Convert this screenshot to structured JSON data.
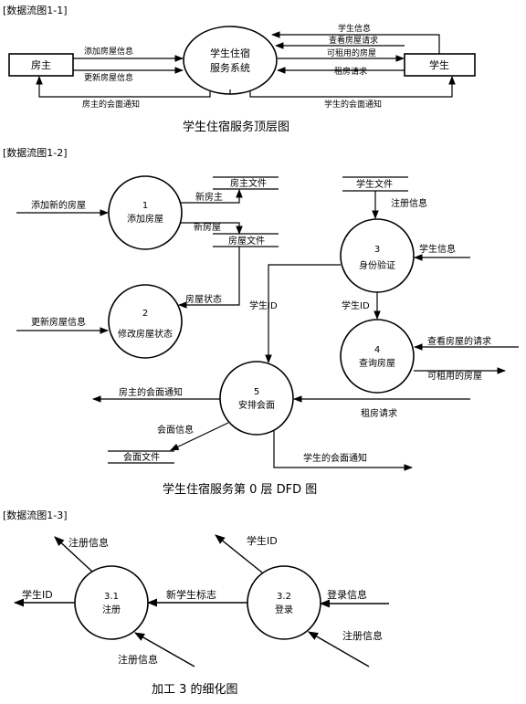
{
  "section1": {
    "header": "[数据流图1-1]",
    "caption": "学生住宿服务顶层图",
    "process_line1": "学生住宿",
    "process_line2": "服务系统",
    "entity_left": "房主",
    "entity_right": "学生",
    "flow_add_house": "添加房屋信息",
    "flow_update_house": "更新房屋信息",
    "flow_owner_notice": "房主的会面通知",
    "flow_student_info": "学生信息",
    "flow_view_request": "查看房屋请求",
    "flow_available_house": "可租用的房屋",
    "flow_rent_request": "租房请求",
    "flow_student_notice": "学生的会面通知"
  },
  "section2": {
    "header": "[数据流图1-2]",
    "caption": "学生住宿服务第 0 层 DFD 图",
    "p1_num": "1",
    "p1_name": "添加房屋",
    "p2_num": "2",
    "p2_name": "修改房屋状态",
    "p3_num": "3",
    "p3_name": "身份验证",
    "p4_num": "4",
    "p4_name": "查询房屋",
    "p5_num": "5",
    "p5_name": "安排会面",
    "store_owner": "房主文件",
    "store_house": "房屋文件",
    "store_student": "学生文件",
    "store_meeting": "会面文件",
    "flow_add_new_house": "添加新的房屋",
    "flow_new_owner": "新房主",
    "flow_new_house": "新房屋",
    "flow_house_status": "房屋状态",
    "flow_update_house": "更新房屋信息",
    "flow_register_info": "注册信息",
    "flow_student_info": "学生信息",
    "flow_student_id_a": "学生ID",
    "flow_student_id_b": "学生ID",
    "flow_view_request": "查看房屋的请求",
    "flow_available": "可租用的房屋",
    "flow_rent_request": "租房请求",
    "flow_owner_notice": "房主的会面通知",
    "flow_meeting_info": "会面信息",
    "flow_student_notice": "学生的会面通知"
  },
  "section3": {
    "header": "[数据流图1-3]",
    "caption": "加工 3 的细化图",
    "p31_num": "3.1",
    "p31_name": "注册",
    "p32_num": "3.2",
    "p32_name": "登录",
    "flow_reg_info_out": "注册信息",
    "flow_student_id_out": "学生ID",
    "flow_reg_info_in": "注册信息",
    "flow_new_student_flag": "新学生标志",
    "flow_student_id_top": "学生ID",
    "flow_login_info": "登录信息",
    "flow_reg_info_in2": "注册信息"
  }
}
